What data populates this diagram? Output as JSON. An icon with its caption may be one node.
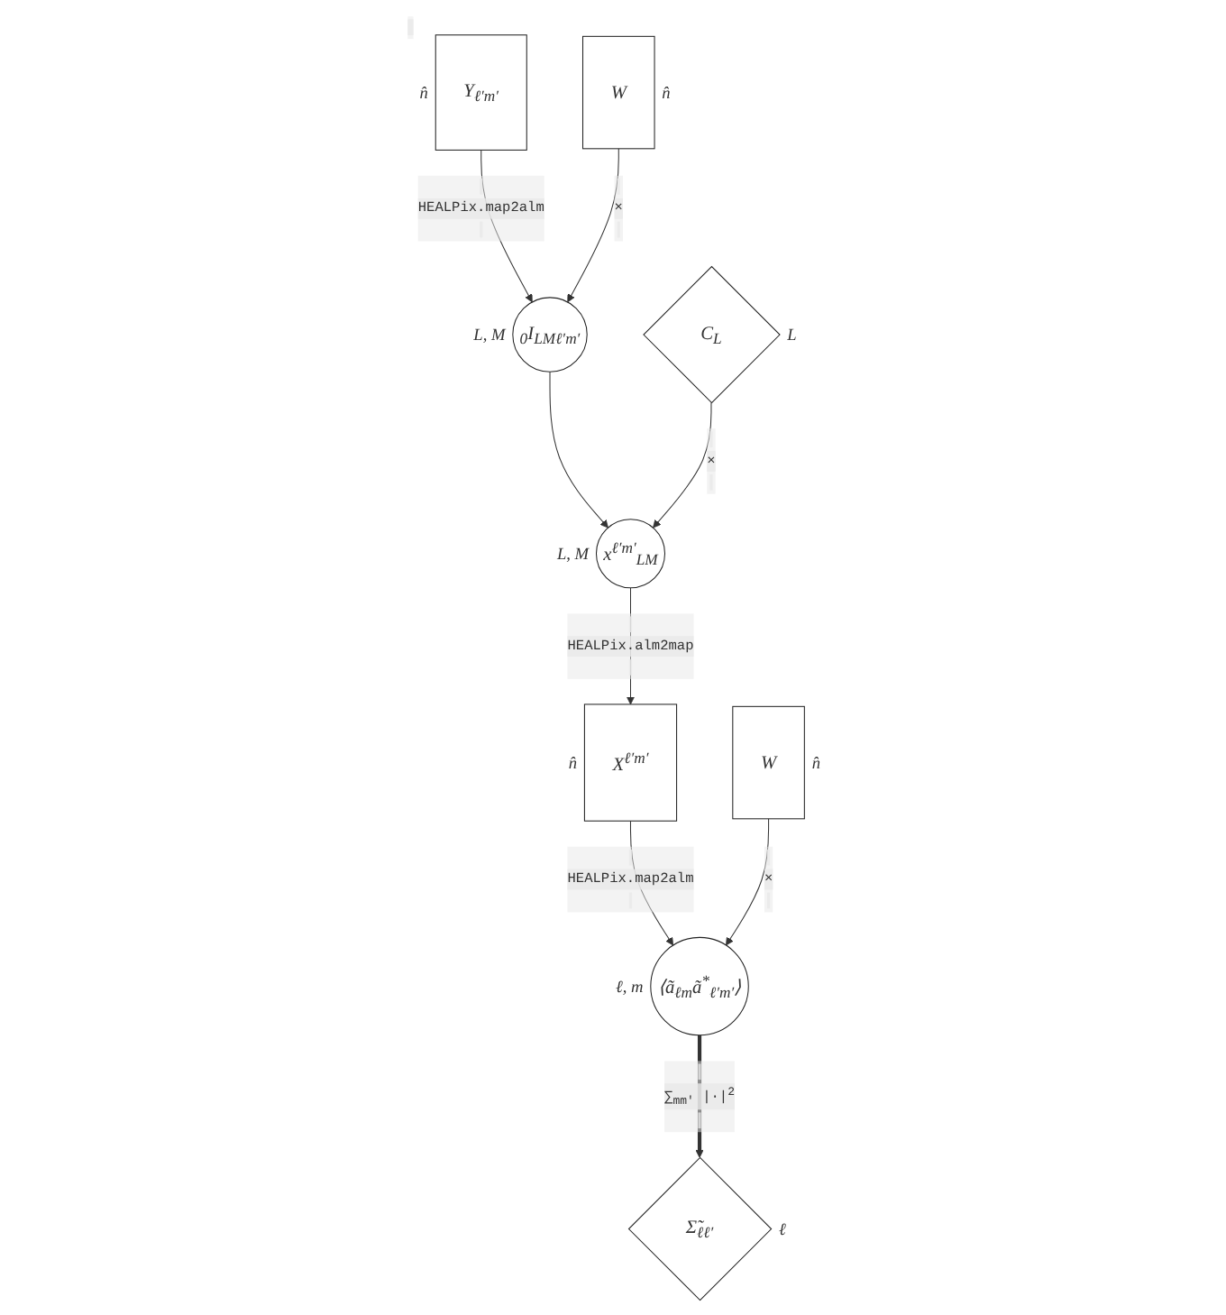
{
  "diagram": {
    "nodes": [
      {
        "text": [
          "Y$_{ℓ′m′}$"
        ],
        "beside": [
          "n̂"
        ]
      },
      {
        "text": [
          "W"
        ],
        "beside": [
          "n̂"
        ]
      },
      {
        "text": [
          "$_{0}$I$_{LMℓ′m′}$"
        ],
        "beside": [
          "L, M"
        ]
      },
      {
        "text": [
          "C$_{L}$"
        ],
        "beside": [
          "L"
        ]
      },
      {
        "text": [
          "x$^{ℓ′m′}$$_{LM}$"
        ],
        "beside": [
          "L, M"
        ]
      },
      {
        "text": [
          "X$^{ℓ′m′}$"
        ],
        "beside": [
          "n̂"
        ]
      },
      {
        "text": [
          "W"
        ],
        "beside": [
          "n̂"
        ]
      },
      {
        "text": [
          "⟨ã$_{ℓm}$ã$^{*}$$_{ℓ′m′}$⟩"
        ],
        "beside": [
          "ℓ, m"
        ]
      },
      {
        "text": [
          "Σ̃$_{ℓℓ′}$"
        ],
        "beside": [
          "ℓ"
        ]
      }
    ],
    "edges": [
      {
        "from": 0,
        "to": 2,
        "arrow": "to",
        "label": "HEALPix.map2alm"
      },
      {
        "from": 1,
        "to": 2,
        "arrow": "to",
        "label": "×"
      },
      {
        "from": 2,
        "to": 4,
        "arrow": "to"
      },
      {
        "from": 3,
        "to": 4,
        "arrow": "to",
        "label": "×"
      },
      {
        "from": 4,
        "to": 5,
        "arrow": "to",
        "label": "HEALPix.alm2map"
      },
      {
        "from": 5,
        "to": 7,
        "arrow": "to",
        "label": "HEALPix.map2alm"
      },
      {
        "from": 6,
        "to": 7,
        "arrow": "to",
        "label": "×"
      },
      {
        "from": 7,
        "to": 8,
        "arrow": "to",
        "label": "∑$_{mm′}$ |·|$^{2}$",
        "style": "thick"
      }
    ]
  }
}
